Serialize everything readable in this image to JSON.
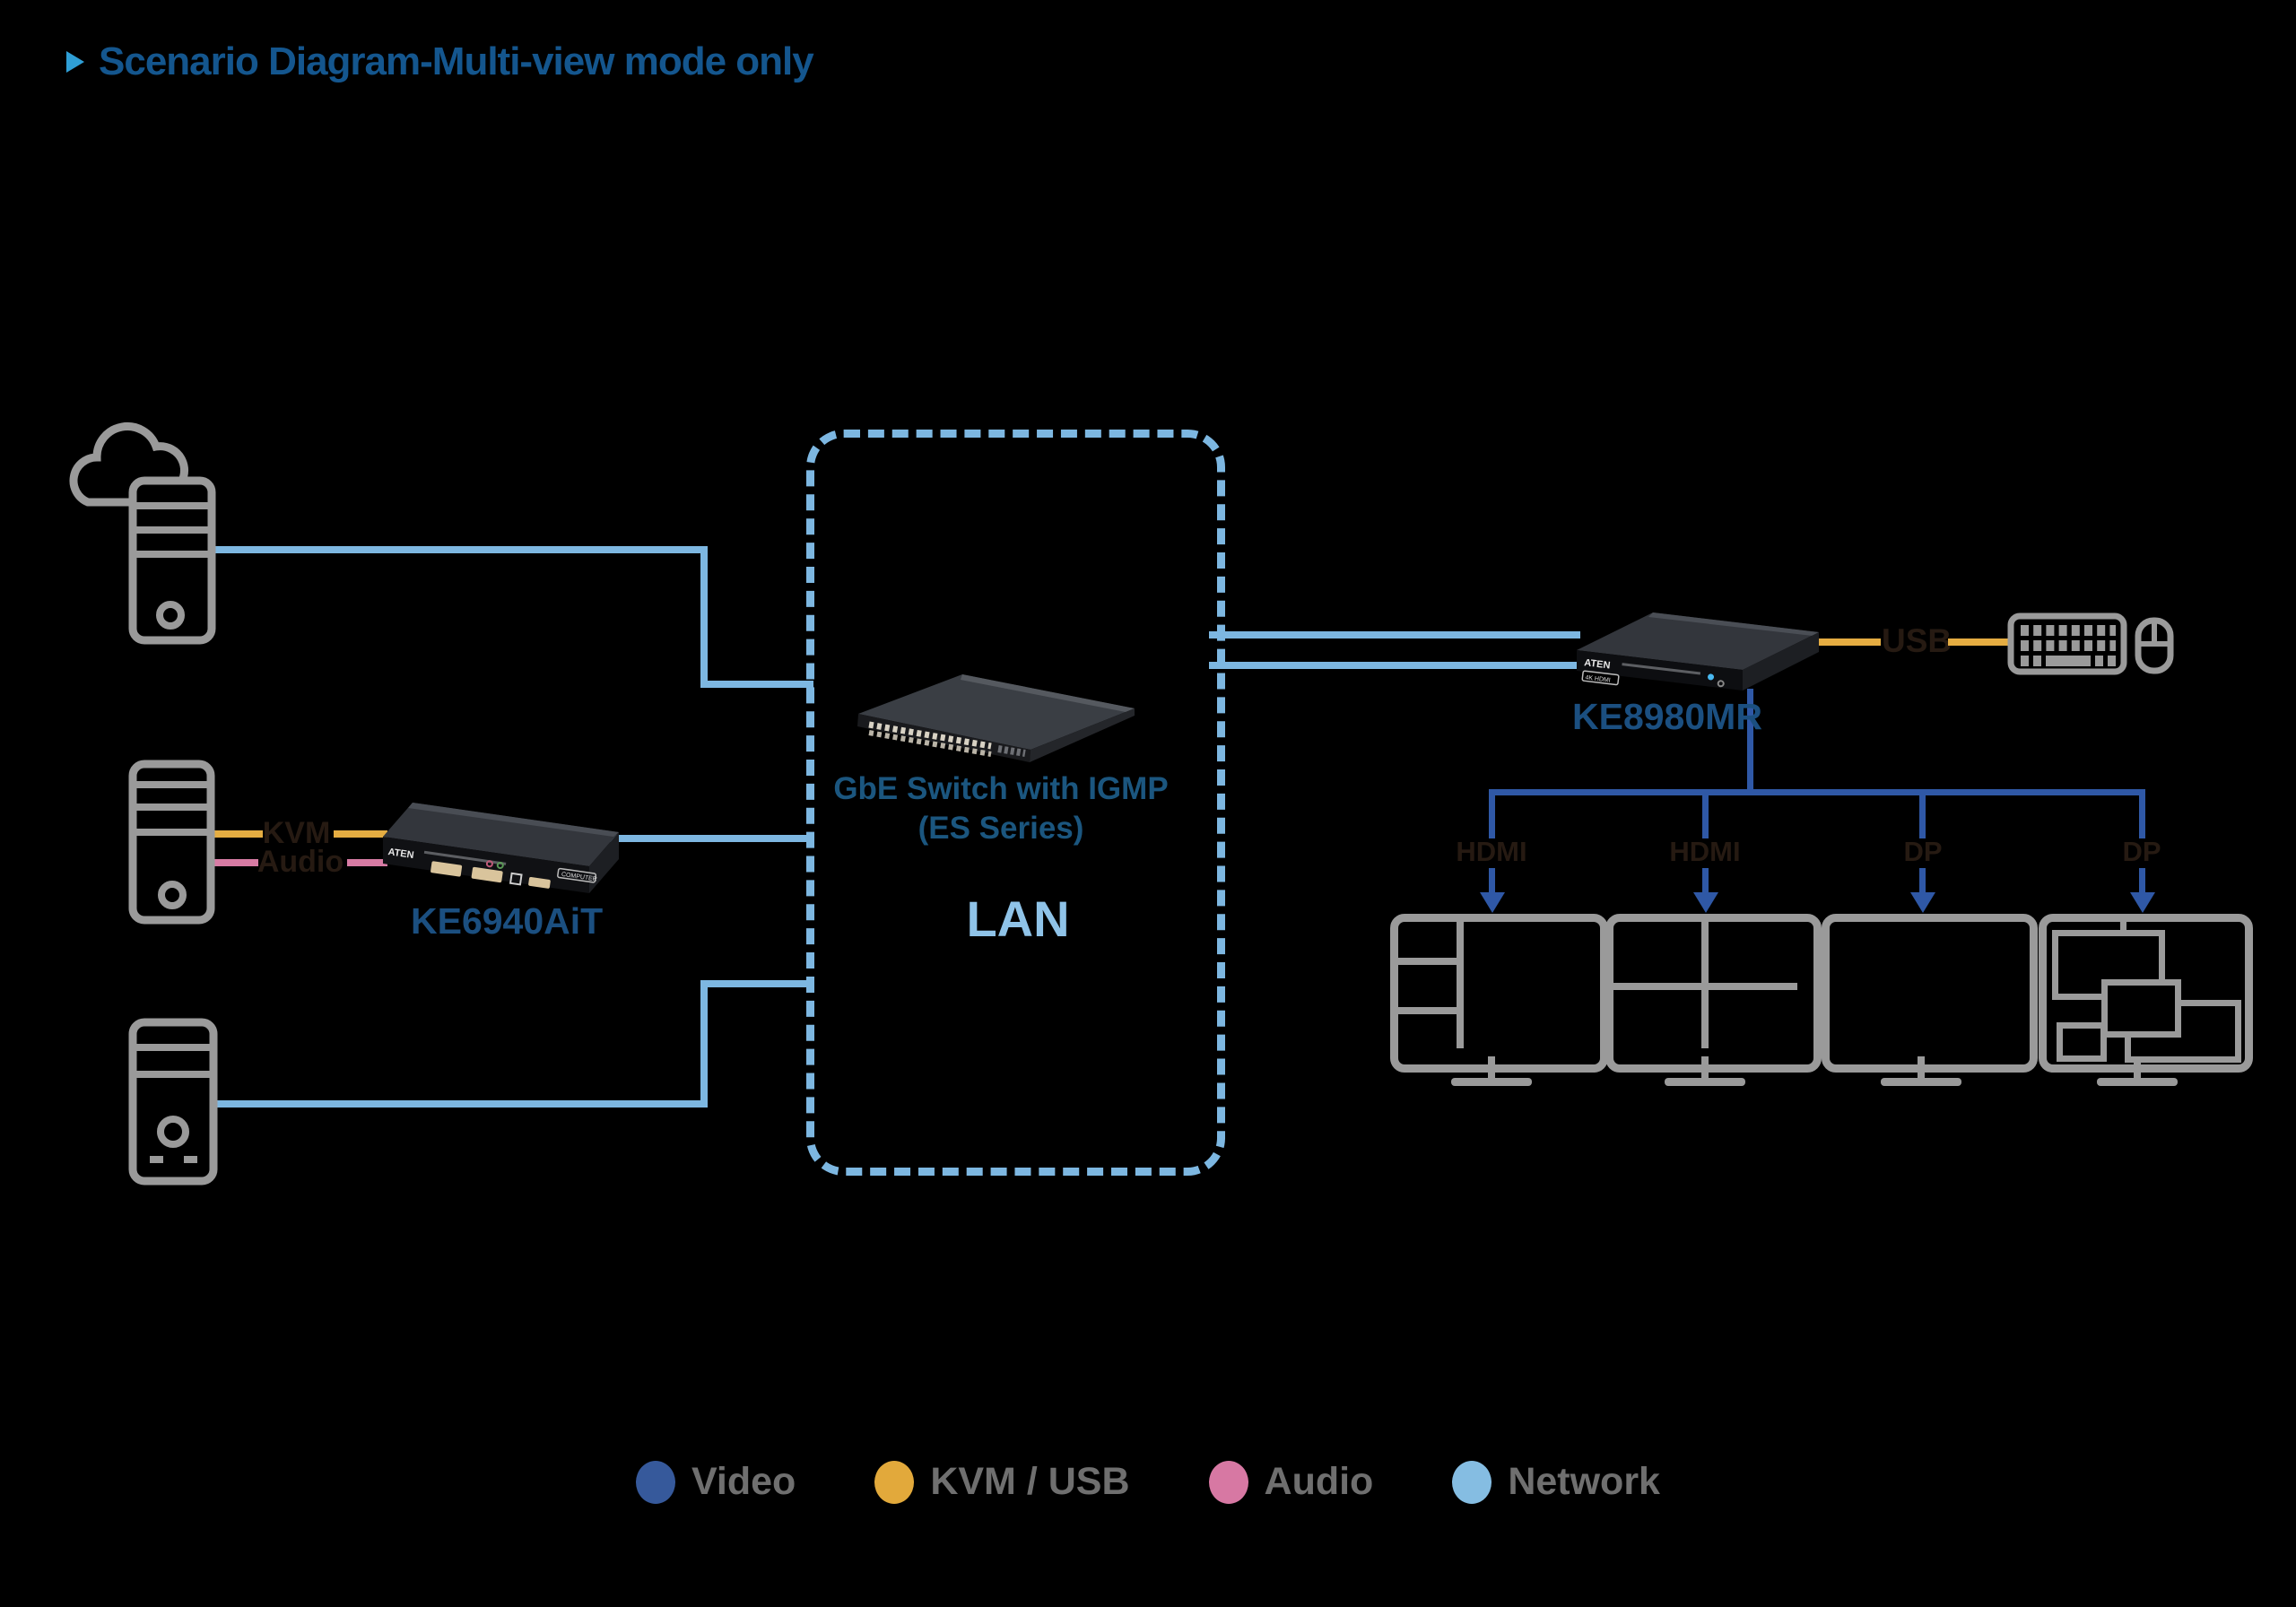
{
  "title": {
    "text": "Scenario Diagram-Multi-view mode only"
  },
  "icons": {
    "cloud_server": "cloud-server-tower",
    "pc": "desktop-tower",
    "keyboard": "keyboard",
    "mouse": "mouse"
  },
  "transmitter": {
    "model": "KE6940AiT",
    "logo": "ATEN",
    "badge": "COMPUTER",
    "kvm_label": "KVM",
    "audio_label": "Audio"
  },
  "lan_box": {
    "switch_title": "GbE Switch with IGMP",
    "switch_series": "(ES Series)",
    "label": "LAN"
  },
  "receiver": {
    "model": "KE8980MR",
    "logo": "ATEN",
    "badge": "4K HDMI",
    "usb_label": "USB"
  },
  "monitors": [
    {
      "connector": "HDMI",
      "layout": "three-pane-left-split"
    },
    {
      "connector": "HDMI",
      "layout": "quad-view"
    },
    {
      "connector": "DP",
      "layout": "single-full-screen"
    },
    {
      "connector": "DP",
      "layout": "overlapping-windows"
    }
  ],
  "legend": [
    {
      "label": "Video",
      "color": "#36599b"
    },
    {
      "label": "KVM / USB",
      "color": "#e2a93b"
    },
    {
      "label": "Audio",
      "color": "#d778a3"
    },
    {
      "label": "Network",
      "color": "#85bde2"
    }
  ],
  "colors": {
    "background": "#000000",
    "video_line": "#2f58a6",
    "kvm_usb_line": "#e5ad42",
    "audio_line": "#d77ba4",
    "network_line": "#7db7e1",
    "title_text": "#14568e",
    "model_text": "#1b4f80",
    "lan_text": "#8fc3e8",
    "connector_text": "#261a12",
    "legend_text": "#6f6f6f",
    "icon_gray": "#9a9a9a"
  }
}
